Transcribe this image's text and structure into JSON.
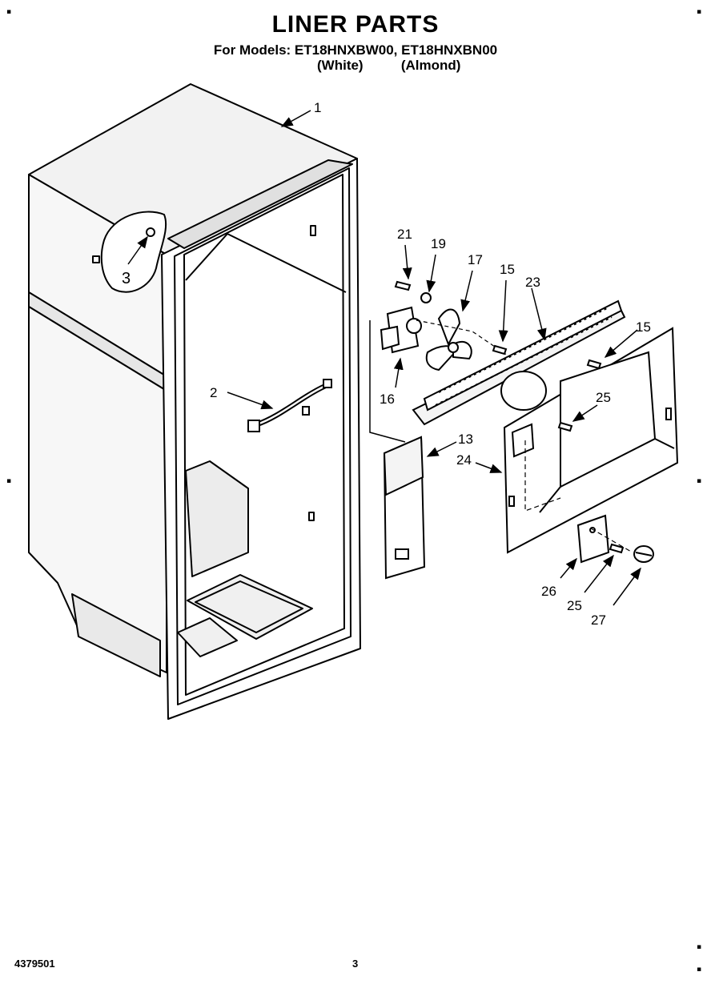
{
  "header": {
    "title": "LINER PARTS",
    "models_line": "For Models: ET18HNXBW00, ET18HNXBN00",
    "variant_white": "(White)",
    "variant_almond": "(Almond)"
  },
  "callouts": {
    "c1": "1",
    "c2": "2",
    "c3": "3",
    "c13": "13",
    "c15a": "15",
    "c15b": "15",
    "c16": "16",
    "c17": "17",
    "c19": "19",
    "c21": "21",
    "c23": "23",
    "c24": "24",
    "c25a": "25",
    "c25b": "25",
    "c26": "26",
    "c27": "27"
  },
  "footer": {
    "doc_number": "4379501",
    "page_number": "3"
  }
}
